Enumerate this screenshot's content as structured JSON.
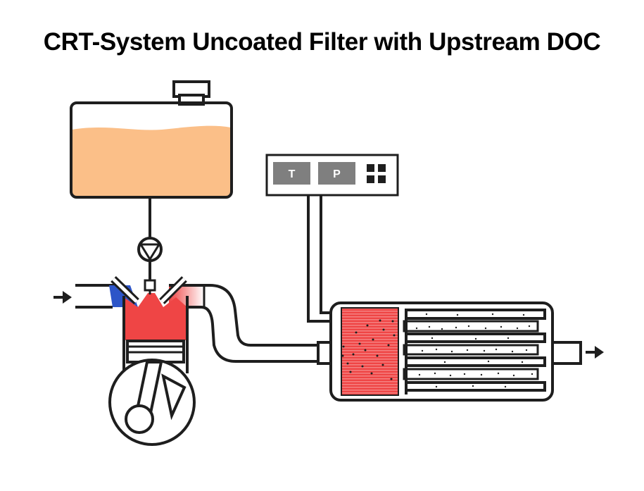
{
  "title": "CRT-System Uncoated Filter with Upstream DOC",
  "gauge": {
    "temperature_label": "T",
    "pressure_label": "P"
  },
  "colors": {
    "fuel": "#fbbf88",
    "combustion": "#ef4545",
    "doc": "#ef4545",
    "injector": "#2d55c8",
    "outline": "#1e1e1e",
    "gauge_box": "#7f7f7f"
  },
  "icons": {
    "inlet_arrow": "arrow-right-icon",
    "outlet_arrow": "arrow-right-icon",
    "pump": "pump-icon",
    "gauge_grid": "grid-icon"
  }
}
